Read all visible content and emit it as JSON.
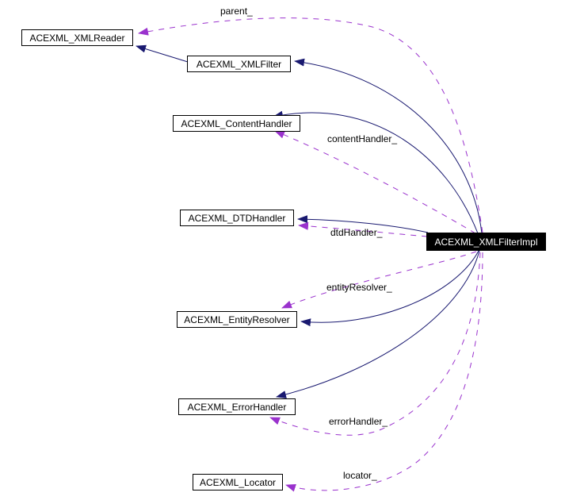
{
  "diagram": {
    "kind": "collaboration-graph",
    "focus_node": "ACEXML_XMLFilterImpl",
    "colors": {
      "inheritance_edge": "#191970",
      "usage_edge": "#9a32cd",
      "node_border": "#000000",
      "node_background": "#ffffff",
      "focus_background": "#000000",
      "focus_text": "#ffffff",
      "label_text": "#000000"
    },
    "nodes": [
      {
        "label": "ACEXML_XMLReader"
      },
      {
        "label": "ACEXML_XMLFilter"
      },
      {
        "label": "ACEXML_ContentHandler"
      },
      {
        "label": "ACEXML_DTDHandler"
      },
      {
        "label": "ACEXML_XMLFilterImpl"
      },
      {
        "label": "ACEXML_EntityResolver"
      },
      {
        "label": "ACEXML_ErrorHandler"
      },
      {
        "label": "ACEXML_Locator"
      }
    ],
    "edges": [
      {
        "from": "ACEXML_XMLFilter",
        "to": "ACEXML_XMLReader",
        "type": "inheritance",
        "label": ""
      },
      {
        "from": "ACEXML_XMLFilterImpl",
        "to": "ACEXML_XMLFilter",
        "type": "inheritance",
        "label": ""
      },
      {
        "from": "ACEXML_XMLFilterImpl",
        "to": "ACEXML_ContentHandler",
        "type": "inheritance",
        "label": ""
      },
      {
        "from": "ACEXML_XMLFilterImpl",
        "to": "ACEXML_DTDHandler",
        "type": "inheritance",
        "label": ""
      },
      {
        "from": "ACEXML_XMLFilterImpl",
        "to": "ACEXML_EntityResolver",
        "type": "inheritance",
        "label": ""
      },
      {
        "from": "ACEXML_XMLFilterImpl",
        "to": "ACEXML_ErrorHandler",
        "type": "inheritance",
        "label": ""
      },
      {
        "from": "ACEXML_XMLFilterImpl",
        "to": "ACEXML_XMLReader",
        "type": "usage",
        "label": "parent_"
      },
      {
        "from": "ACEXML_XMLFilterImpl",
        "to": "ACEXML_ContentHandler",
        "type": "usage",
        "label": "contentHandler_"
      },
      {
        "from": "ACEXML_XMLFilterImpl",
        "to": "ACEXML_DTDHandler",
        "type": "usage",
        "label": "dtdHandler_"
      },
      {
        "from": "ACEXML_XMLFilterImpl",
        "to": "ACEXML_EntityResolver",
        "type": "usage",
        "label": "entityResolver_"
      },
      {
        "from": "ACEXML_XMLFilterImpl",
        "to": "ACEXML_ErrorHandler",
        "type": "usage",
        "label": "errorHandler_"
      },
      {
        "from": "ACEXML_XMLFilterImpl",
        "to": "ACEXML_Locator",
        "type": "usage",
        "label": "locator_"
      }
    ]
  }
}
